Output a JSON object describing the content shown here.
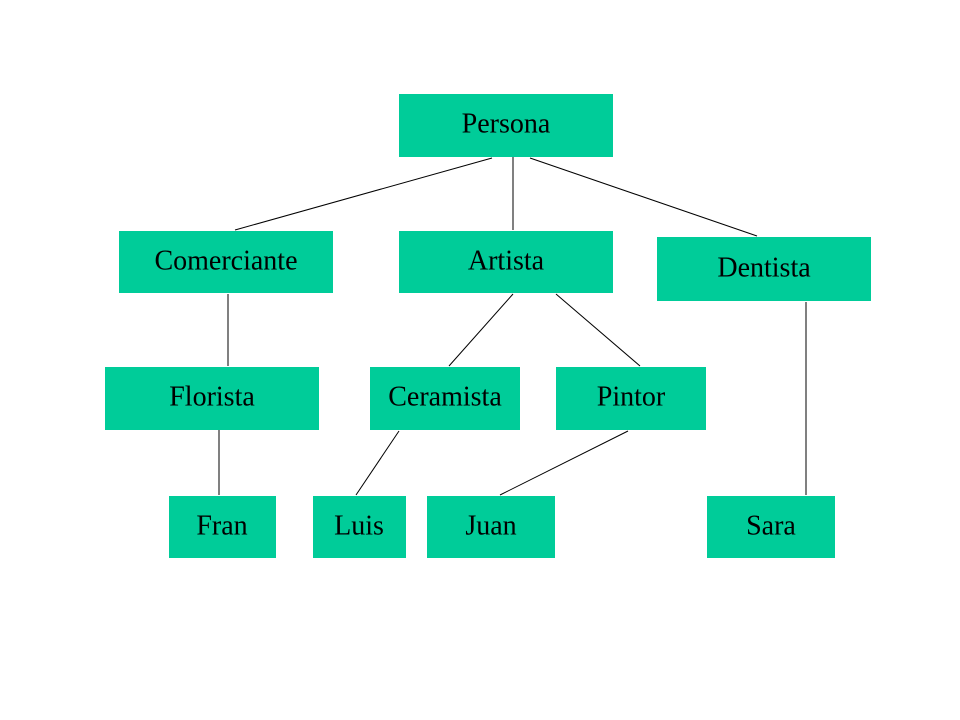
{
  "diagram": {
    "node_color": "#00CC99",
    "line_color": "#000000",
    "nodes": {
      "persona": "Persona",
      "comerciante": "Comerciante",
      "artista": "Artista",
      "dentista": "Dentista",
      "florista": "Florista",
      "ceramista": "Ceramista",
      "pintor": "Pintor",
      "fran": "Fran",
      "luis": "Luis",
      "juan": "Juan",
      "sara": "Sara"
    },
    "edges": [
      [
        "persona",
        "comerciante"
      ],
      [
        "persona",
        "artista"
      ],
      [
        "persona",
        "dentista"
      ],
      [
        "comerciante",
        "florista"
      ],
      [
        "artista",
        "ceramista"
      ],
      [
        "artista",
        "pintor"
      ],
      [
        "florista",
        "fran"
      ],
      [
        "ceramista",
        "luis"
      ],
      [
        "pintor",
        "juan"
      ],
      [
        "dentista",
        "sara"
      ]
    ]
  }
}
